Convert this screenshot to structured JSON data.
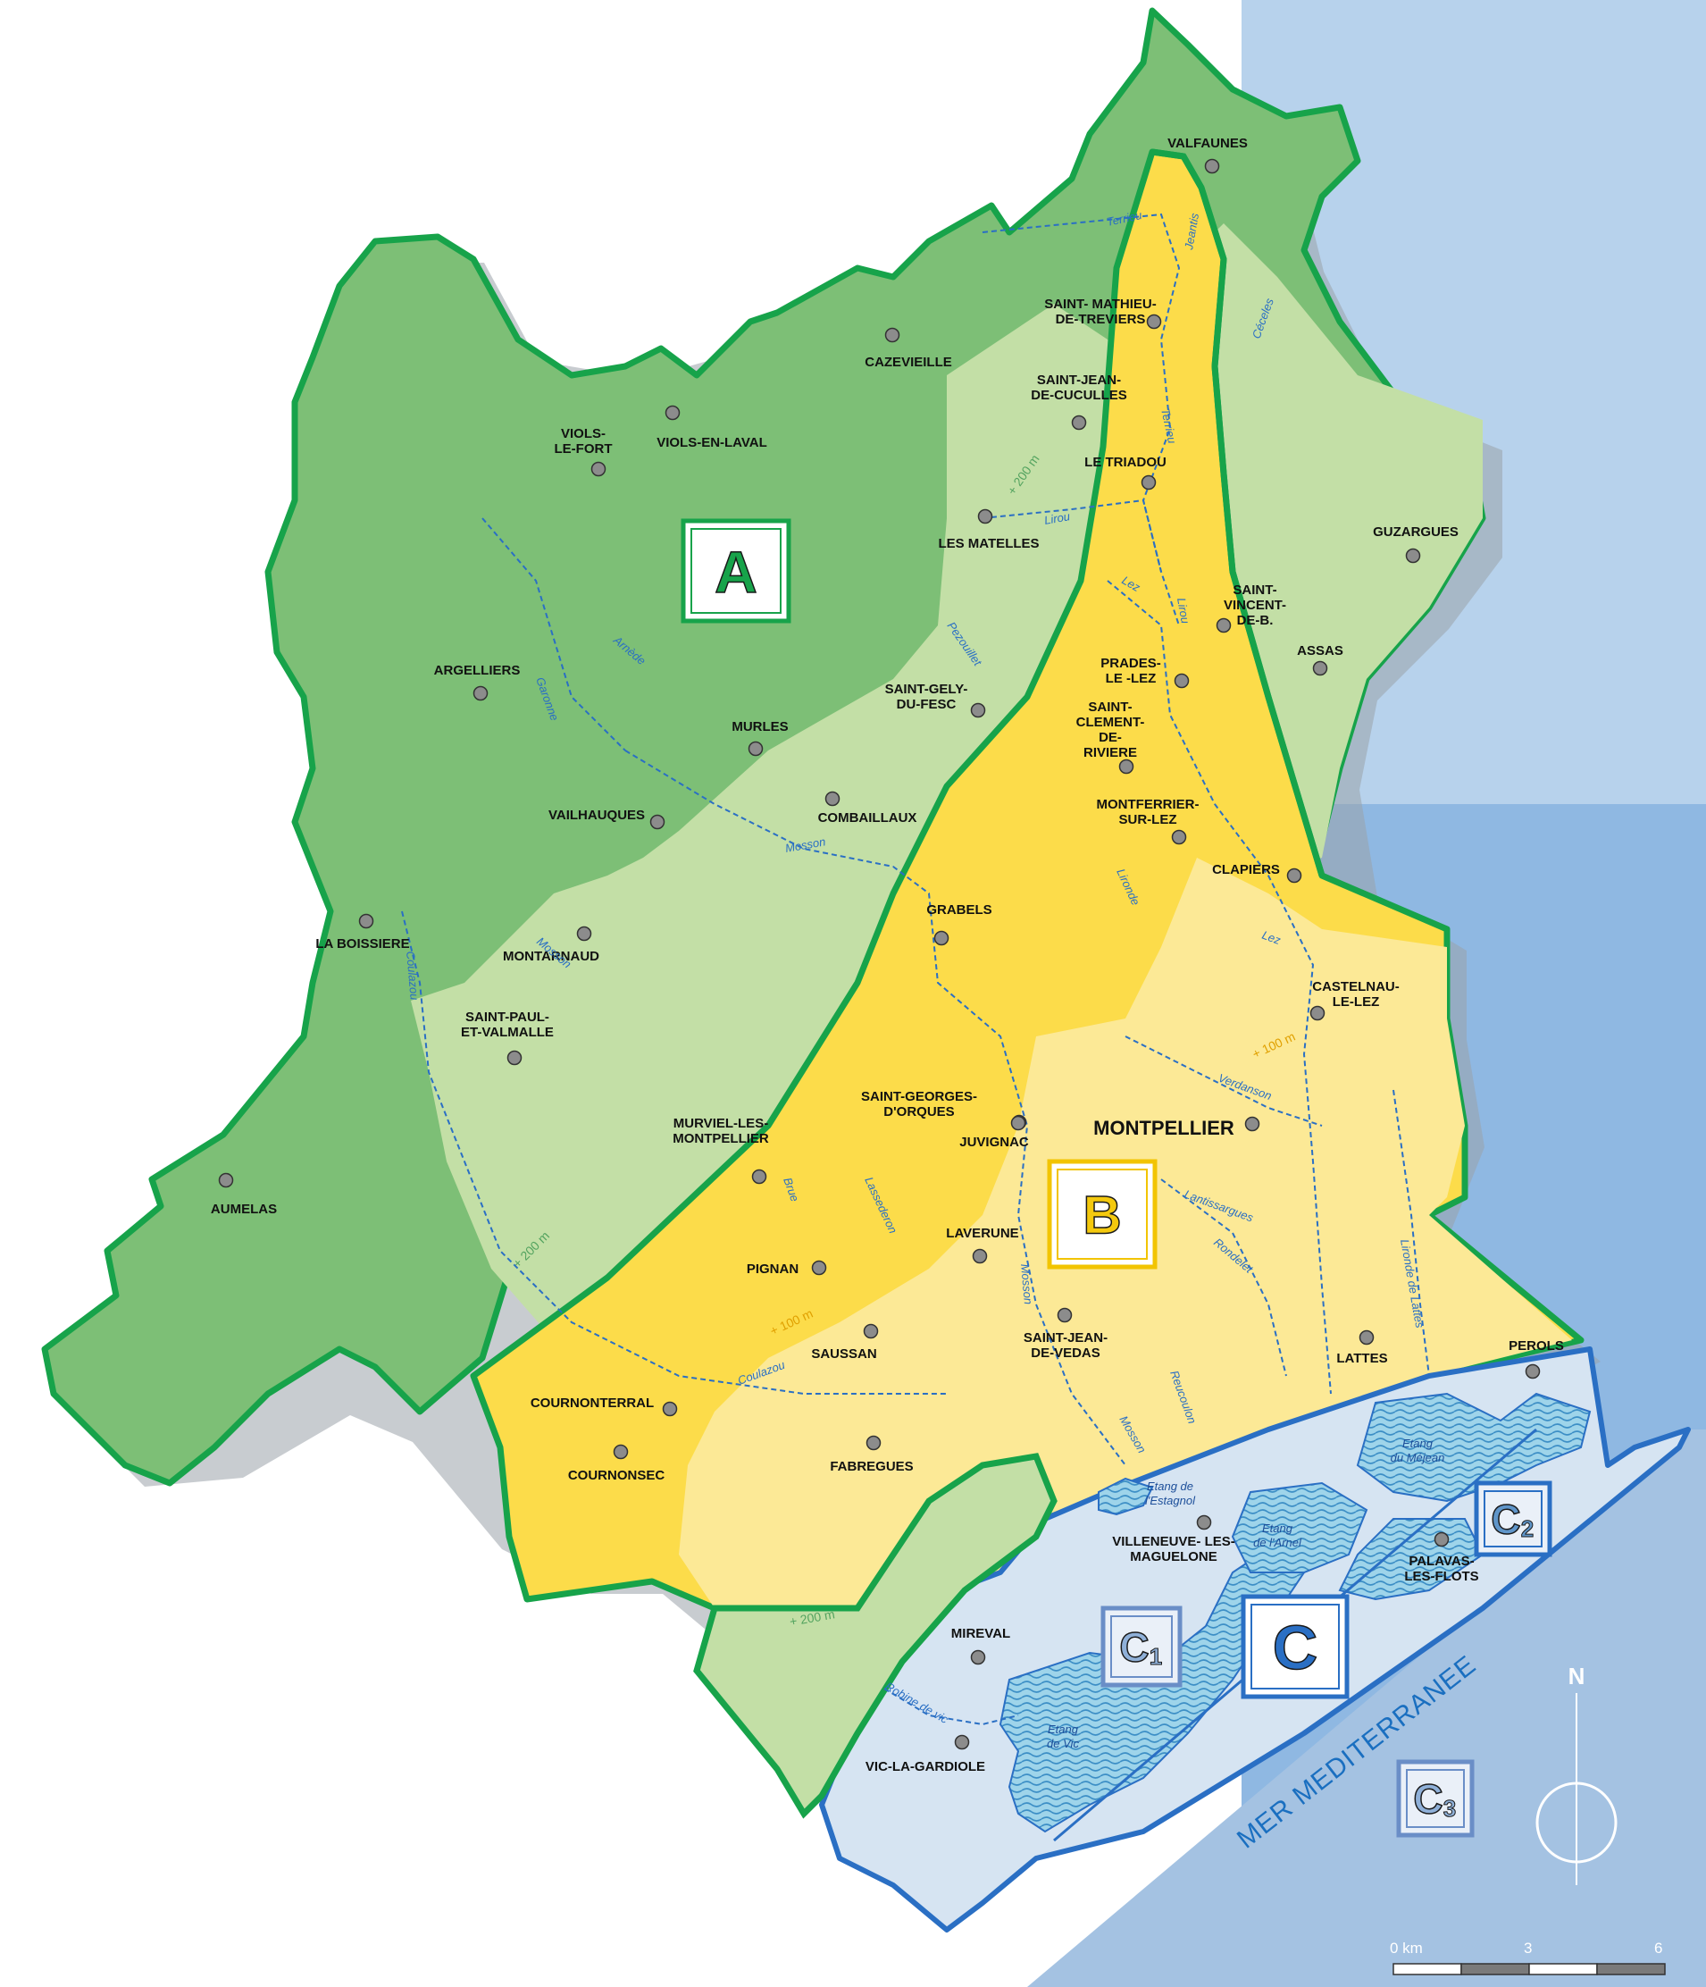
{
  "colors": {
    "zone_a": "#7dbf76",
    "zone_a_light": "#c3dfa6",
    "zone_a_border": "#17a34a",
    "zone_b": "#fcdc4a",
    "zone_b_light": "#fce996",
    "zone_c": "#d6e4f2",
    "sea": "#a0c0e0",
    "river": "#2a6fc4"
  },
  "zones": [
    {
      "id": "A",
      "label": "A"
    },
    {
      "id": "B",
      "label": "B"
    },
    {
      "id": "C",
      "label": "C"
    },
    {
      "id": "C1",
      "label": "C",
      "sub": "1"
    },
    {
      "id": "C2",
      "label": "C",
      "sub": "2"
    },
    {
      "id": "C3",
      "label": "C",
      "sub": "3"
    }
  ],
  "towns": [
    {
      "lines": [
        "VALFAUNES"
      ]
    },
    {
      "lines": [
        "SAINT- MATHIEU-",
        "DE-TREVIERS"
      ]
    },
    {
      "lines": [
        "CAZEVIEILLE"
      ]
    },
    {
      "lines": [
        "SAINT-JEAN-",
        "DE-CUCULLES"
      ]
    },
    {
      "lines": [
        "VIOLS-",
        "LE-FORT"
      ]
    },
    {
      "lines": [
        "VIOLS-EN-LAVAL"
      ]
    },
    {
      "lines": [
        "LE TRIADOU"
      ]
    },
    {
      "lines": [
        "LES MATELLES"
      ]
    },
    {
      "lines": [
        "GUZARGUES"
      ]
    },
    {
      "lines": [
        "SAINT-",
        "VINCENT-",
        "DE-B."
      ]
    },
    {
      "lines": [
        "ARGELLIERS"
      ]
    },
    {
      "lines": [
        "ASSAS"
      ]
    },
    {
      "lines": [
        "PRADES-",
        "LE -LEZ"
      ]
    },
    {
      "lines": [
        "SAINT-GELY-",
        "DU-FESC"
      ]
    },
    {
      "lines": [
        "MURLES"
      ]
    },
    {
      "lines": [
        "SAINT-",
        "CLEMENT-",
        "DE-",
        "RIVIERE"
      ]
    },
    {
      "lines": [
        "VAILHAUQUES"
      ]
    },
    {
      "lines": [
        "COMBAILLAUX"
      ]
    },
    {
      "lines": [
        "MONTFERRIER-",
        "SUR-LEZ"
      ]
    },
    {
      "lines": [
        "CLAPIERS"
      ]
    },
    {
      "lines": [
        "LA BOISSIERE"
      ]
    },
    {
      "lines": [
        "MONTARNAUD"
      ]
    },
    {
      "lines": [
        "GRABELS"
      ]
    },
    {
      "lines": [
        "CASTELNAU-",
        "LE-LEZ"
      ]
    },
    {
      "lines": [
        "SAINT-PAUL-",
        "ET-VALMALLE"
      ]
    },
    {
      "lines": [
        "SAINT-GEORGES-",
        "D'ORQUES"
      ]
    },
    {
      "lines": [
        "JUVIGNAC"
      ]
    },
    {
      "lines": [
        "MONTPELLIER"
      ]
    },
    {
      "lines": [
        "MURVIEL-LES-",
        "MONTPELLIER"
      ]
    },
    {
      "lines": [
        "AUMELAS"
      ]
    },
    {
      "lines": [
        "LAVERUNE"
      ]
    },
    {
      "lines": [
        "PIGNAN"
      ]
    },
    {
      "lines": [
        "SAUSSAN"
      ]
    },
    {
      "lines": [
        "SAINT-JEAN-",
        "DE-VEDAS"
      ]
    },
    {
      "lines": [
        "LATTES"
      ]
    },
    {
      "lines": [
        "PEROLS"
      ]
    },
    {
      "lines": [
        "COURNONTERRAL"
      ]
    },
    {
      "lines": [
        "COURNONSEC"
      ]
    },
    {
      "lines": [
        "FABREGUES"
      ]
    },
    {
      "lines": [
        "VILLENEUVE- LES-",
        "MAGUELONE"
      ]
    },
    {
      "lines": [
        "PALAVAS-",
        "LES-FLOTS"
      ]
    },
    {
      "lines": [
        "MIREVAL"
      ]
    },
    {
      "lines": [
        "VIC-LA-GARDIOLE"
      ]
    }
  ],
  "rivers": [
    "Terrieu",
    "Jeantis",
    "Céceles",
    "Terrieu",
    "Lirou",
    "Lez",
    "Lirou",
    "Pezouillet",
    "Garonne",
    "Arnède",
    "Mosson",
    "Coulazou",
    "Mosson",
    "Lironde",
    "Lez",
    "Verdanson",
    "Brue",
    "Lassederon",
    "Lantissargues",
    "Rondelet",
    "Lironde de Lattes",
    "Mosson",
    "Coulazou",
    "Mosson",
    "Reucoulon",
    "Robine de vic"
  ],
  "lagoons": [
    {
      "lines": [
        "Etang",
        "du Méjean"
      ]
    },
    {
      "lines": [
        "Etang de",
        "l'Estagnol"
      ]
    },
    {
      "lines": [
        "Etang",
        "de l'Arnel"
      ]
    },
    {
      "lines": [
        "Etang",
        "de Vic"
      ]
    }
  ],
  "contours": [
    "+ 200 m",
    "+ 200 m",
    "+ 200 m",
    "+ 100 m",
    "+ 100 m"
  ],
  "sea_label": "MER MEDITERRANEE",
  "north_label": "N",
  "scale": {
    "labels": [
      "0 km",
      "3",
      "6"
    ]
  }
}
